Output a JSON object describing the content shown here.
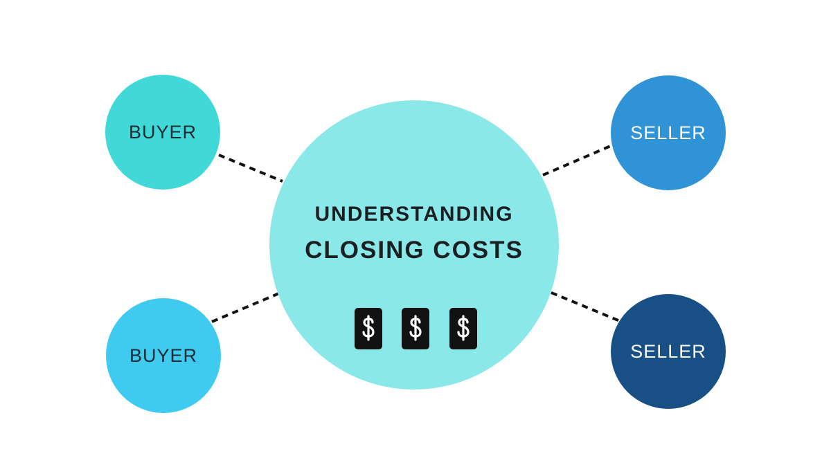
{
  "diagram": {
    "center": {
      "line1": "UNDERSTANDING",
      "line2": "CLOSING COSTS",
      "bg_color": "#8ae9e8",
      "icons": [
        "dollar-bill-icon",
        "dollar-bill-icon",
        "dollar-bill-icon"
      ],
      "icon_glyph": "$"
    },
    "nodes": [
      {
        "label": "BUYER",
        "bg_color": "#40d9d8",
        "text_color": "#1b2a33"
      },
      {
        "label": "BUYER",
        "bg_color": "#3ecbef",
        "text_color": "#1b2a33"
      },
      {
        "label": "SELLER",
        "bg_color": "#2f93d6",
        "text_color": "#ffffff"
      },
      {
        "label": "SELLER",
        "bg_color": "#185086",
        "text_color": "#ffffff"
      }
    ],
    "connector_color": "#111111"
  }
}
